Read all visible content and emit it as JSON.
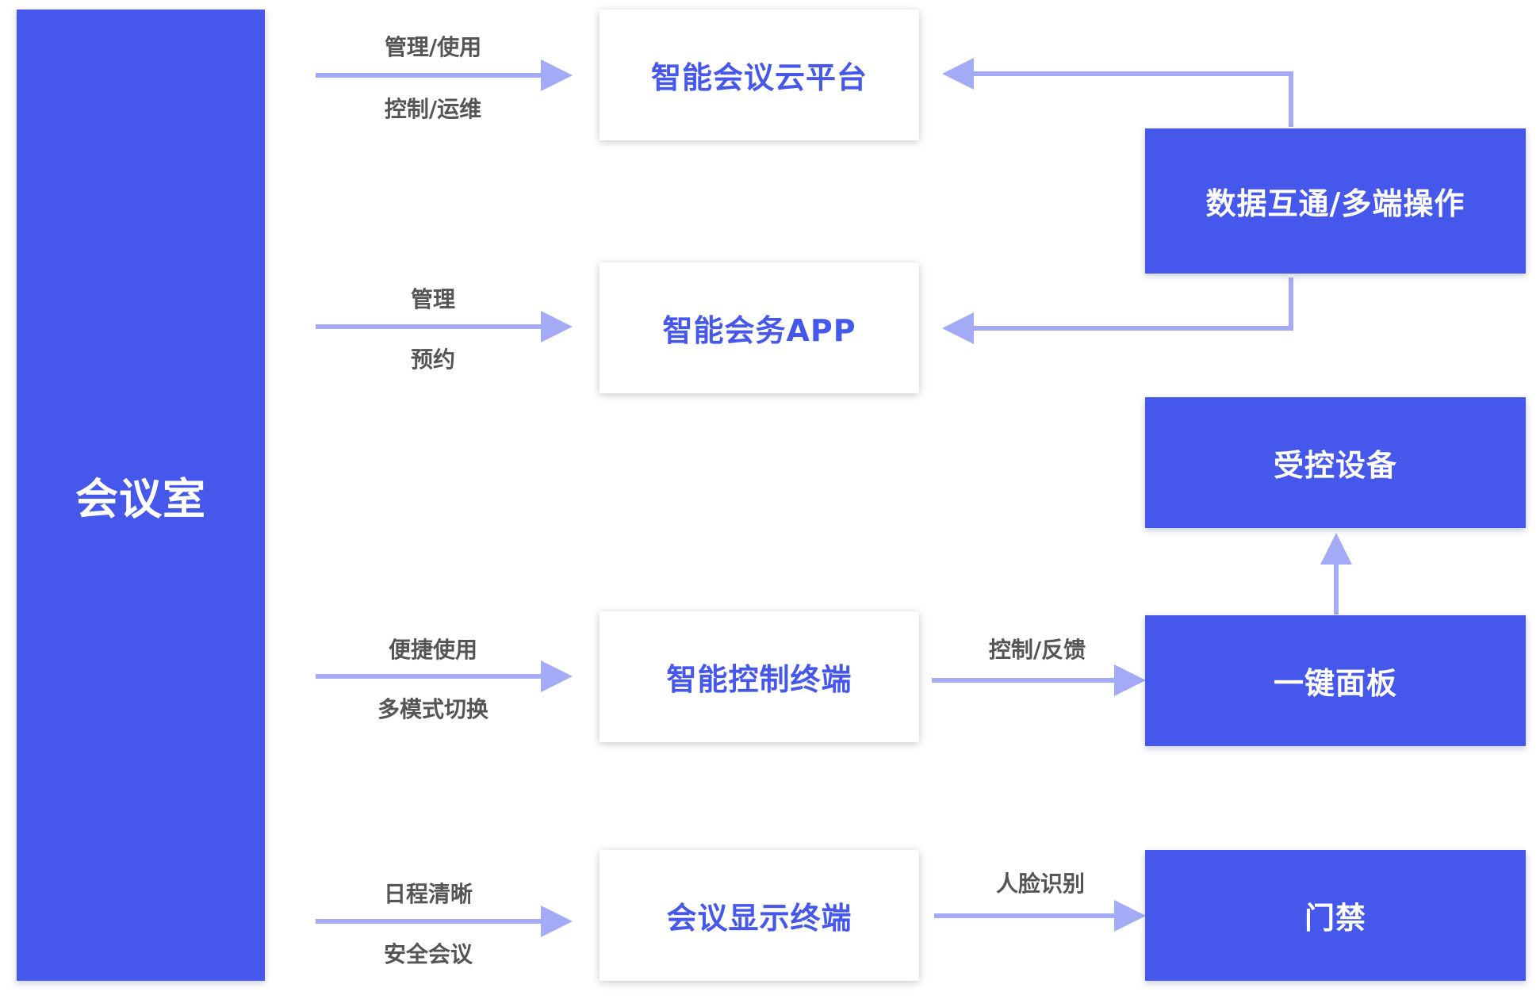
{
  "colors": {
    "accent": "#4657ec",
    "arrow": "#a3abf6",
    "label_text": "#555555",
    "box_bg": "#ffffff"
  },
  "meeting_room": {
    "label": "会议室"
  },
  "platforms": {
    "cloud": {
      "title": "智能会议云平台",
      "incoming_top": "管理/使用",
      "incoming_bottom": "控制/运维"
    },
    "app": {
      "title": "智能会务APP",
      "incoming_top": "管理",
      "incoming_bottom": "预约"
    },
    "control_terminal": {
      "title": "智能控制终端",
      "incoming_top": "便捷使用",
      "incoming_bottom": "多模式切换",
      "outgoing": "控制/反馈"
    },
    "display_terminal": {
      "title": "会议显示终端",
      "incoming_top": "日程清晰",
      "incoming_bottom": "安全会议",
      "outgoing": "人脸识别"
    }
  },
  "right_blocks": {
    "data_sync": "数据互通/多端操作",
    "controlled_devices": "受控设备",
    "one_key_panel": "一键面板",
    "access_control": "门禁"
  }
}
